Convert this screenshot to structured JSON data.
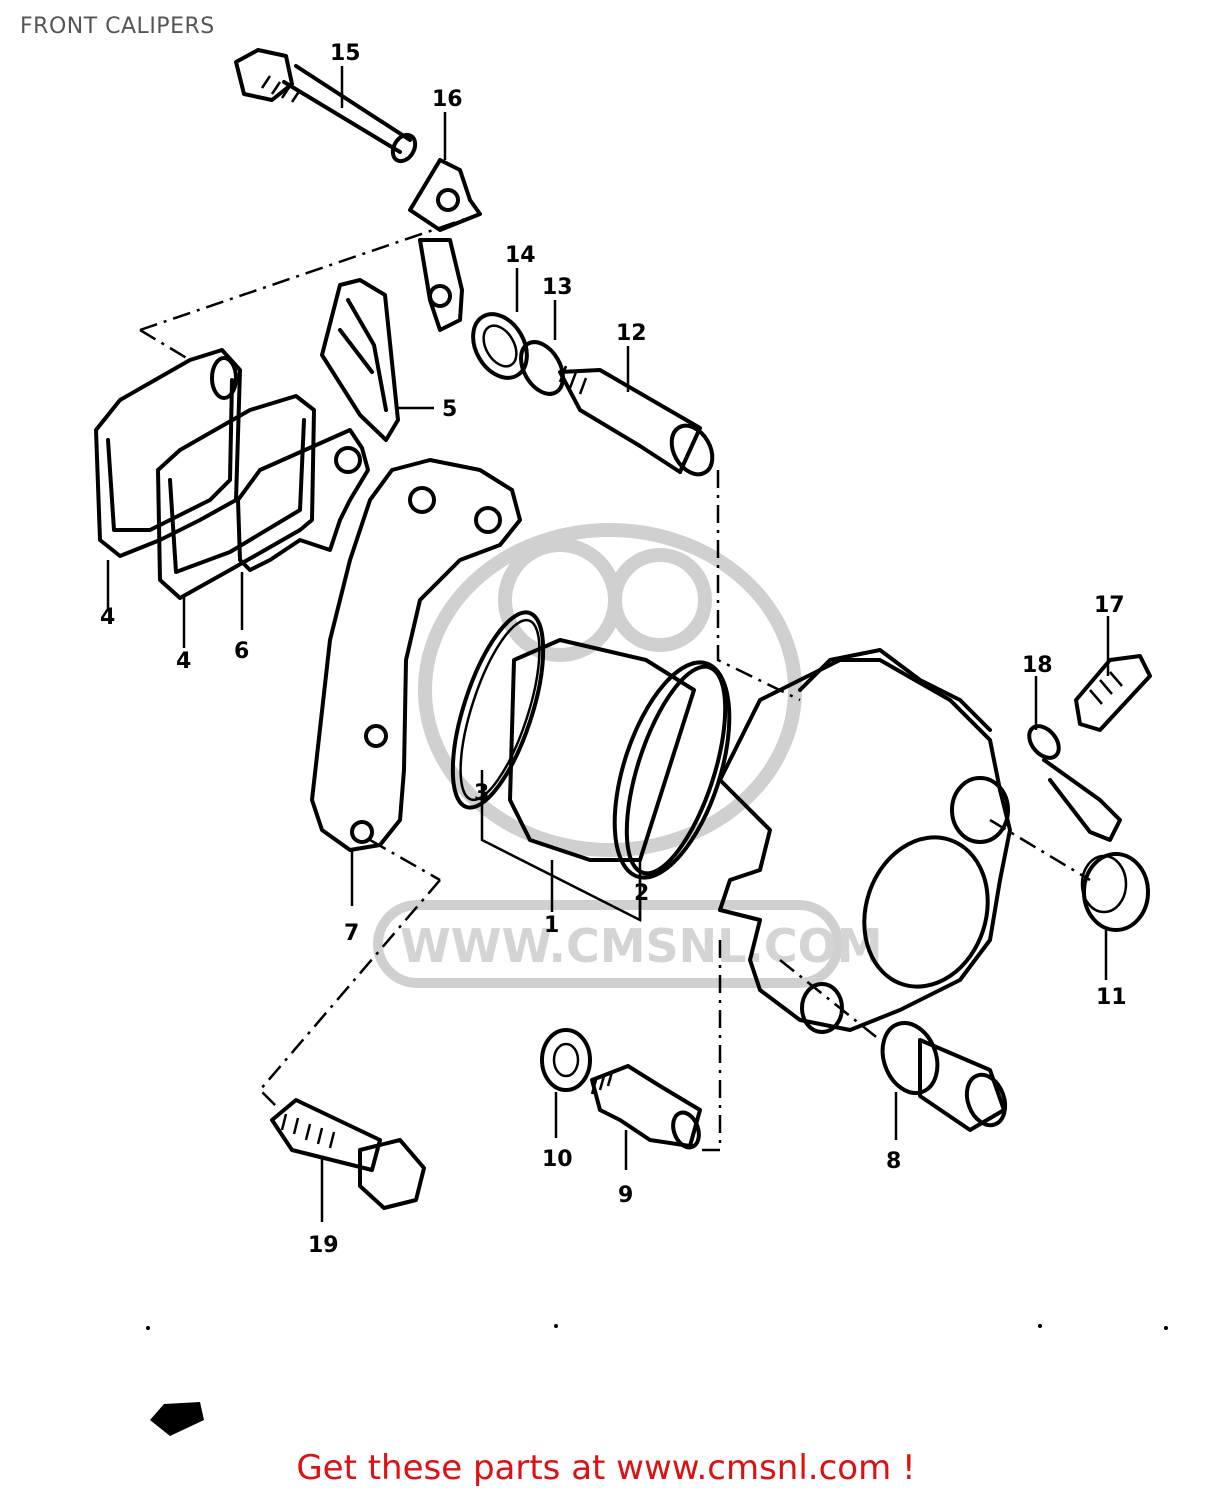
{
  "title": "FRONT CALIPERS",
  "callouts": [
    {
      "id": "p15",
      "label": "15"
    },
    {
      "id": "p16",
      "label": "16"
    },
    {
      "id": "p14",
      "label": "14"
    },
    {
      "id": "p13",
      "label": "13"
    },
    {
      "id": "p12",
      "label": "12"
    },
    {
      "id": "p5",
      "label": "5"
    },
    {
      "id": "p4a",
      "label": "4"
    },
    {
      "id": "p4b",
      "label": "4"
    },
    {
      "id": "p6",
      "label": "6"
    },
    {
      "id": "p17",
      "label": "17"
    },
    {
      "id": "p18",
      "label": "18"
    },
    {
      "id": "p3",
      "label": "3"
    },
    {
      "id": "p2",
      "label": "2"
    },
    {
      "id": "p1",
      "label": "1"
    },
    {
      "id": "p7",
      "label": "7"
    },
    {
      "id": "p11",
      "label": "11"
    },
    {
      "id": "p10",
      "label": "10"
    },
    {
      "id": "p9",
      "label": "9"
    },
    {
      "id": "p8",
      "label": "8"
    },
    {
      "id": "p19",
      "label": "19"
    }
  ],
  "watermark": "WWW.CMSNL.COM",
  "footer": "Get these parts at www.cmsnl.com !"
}
